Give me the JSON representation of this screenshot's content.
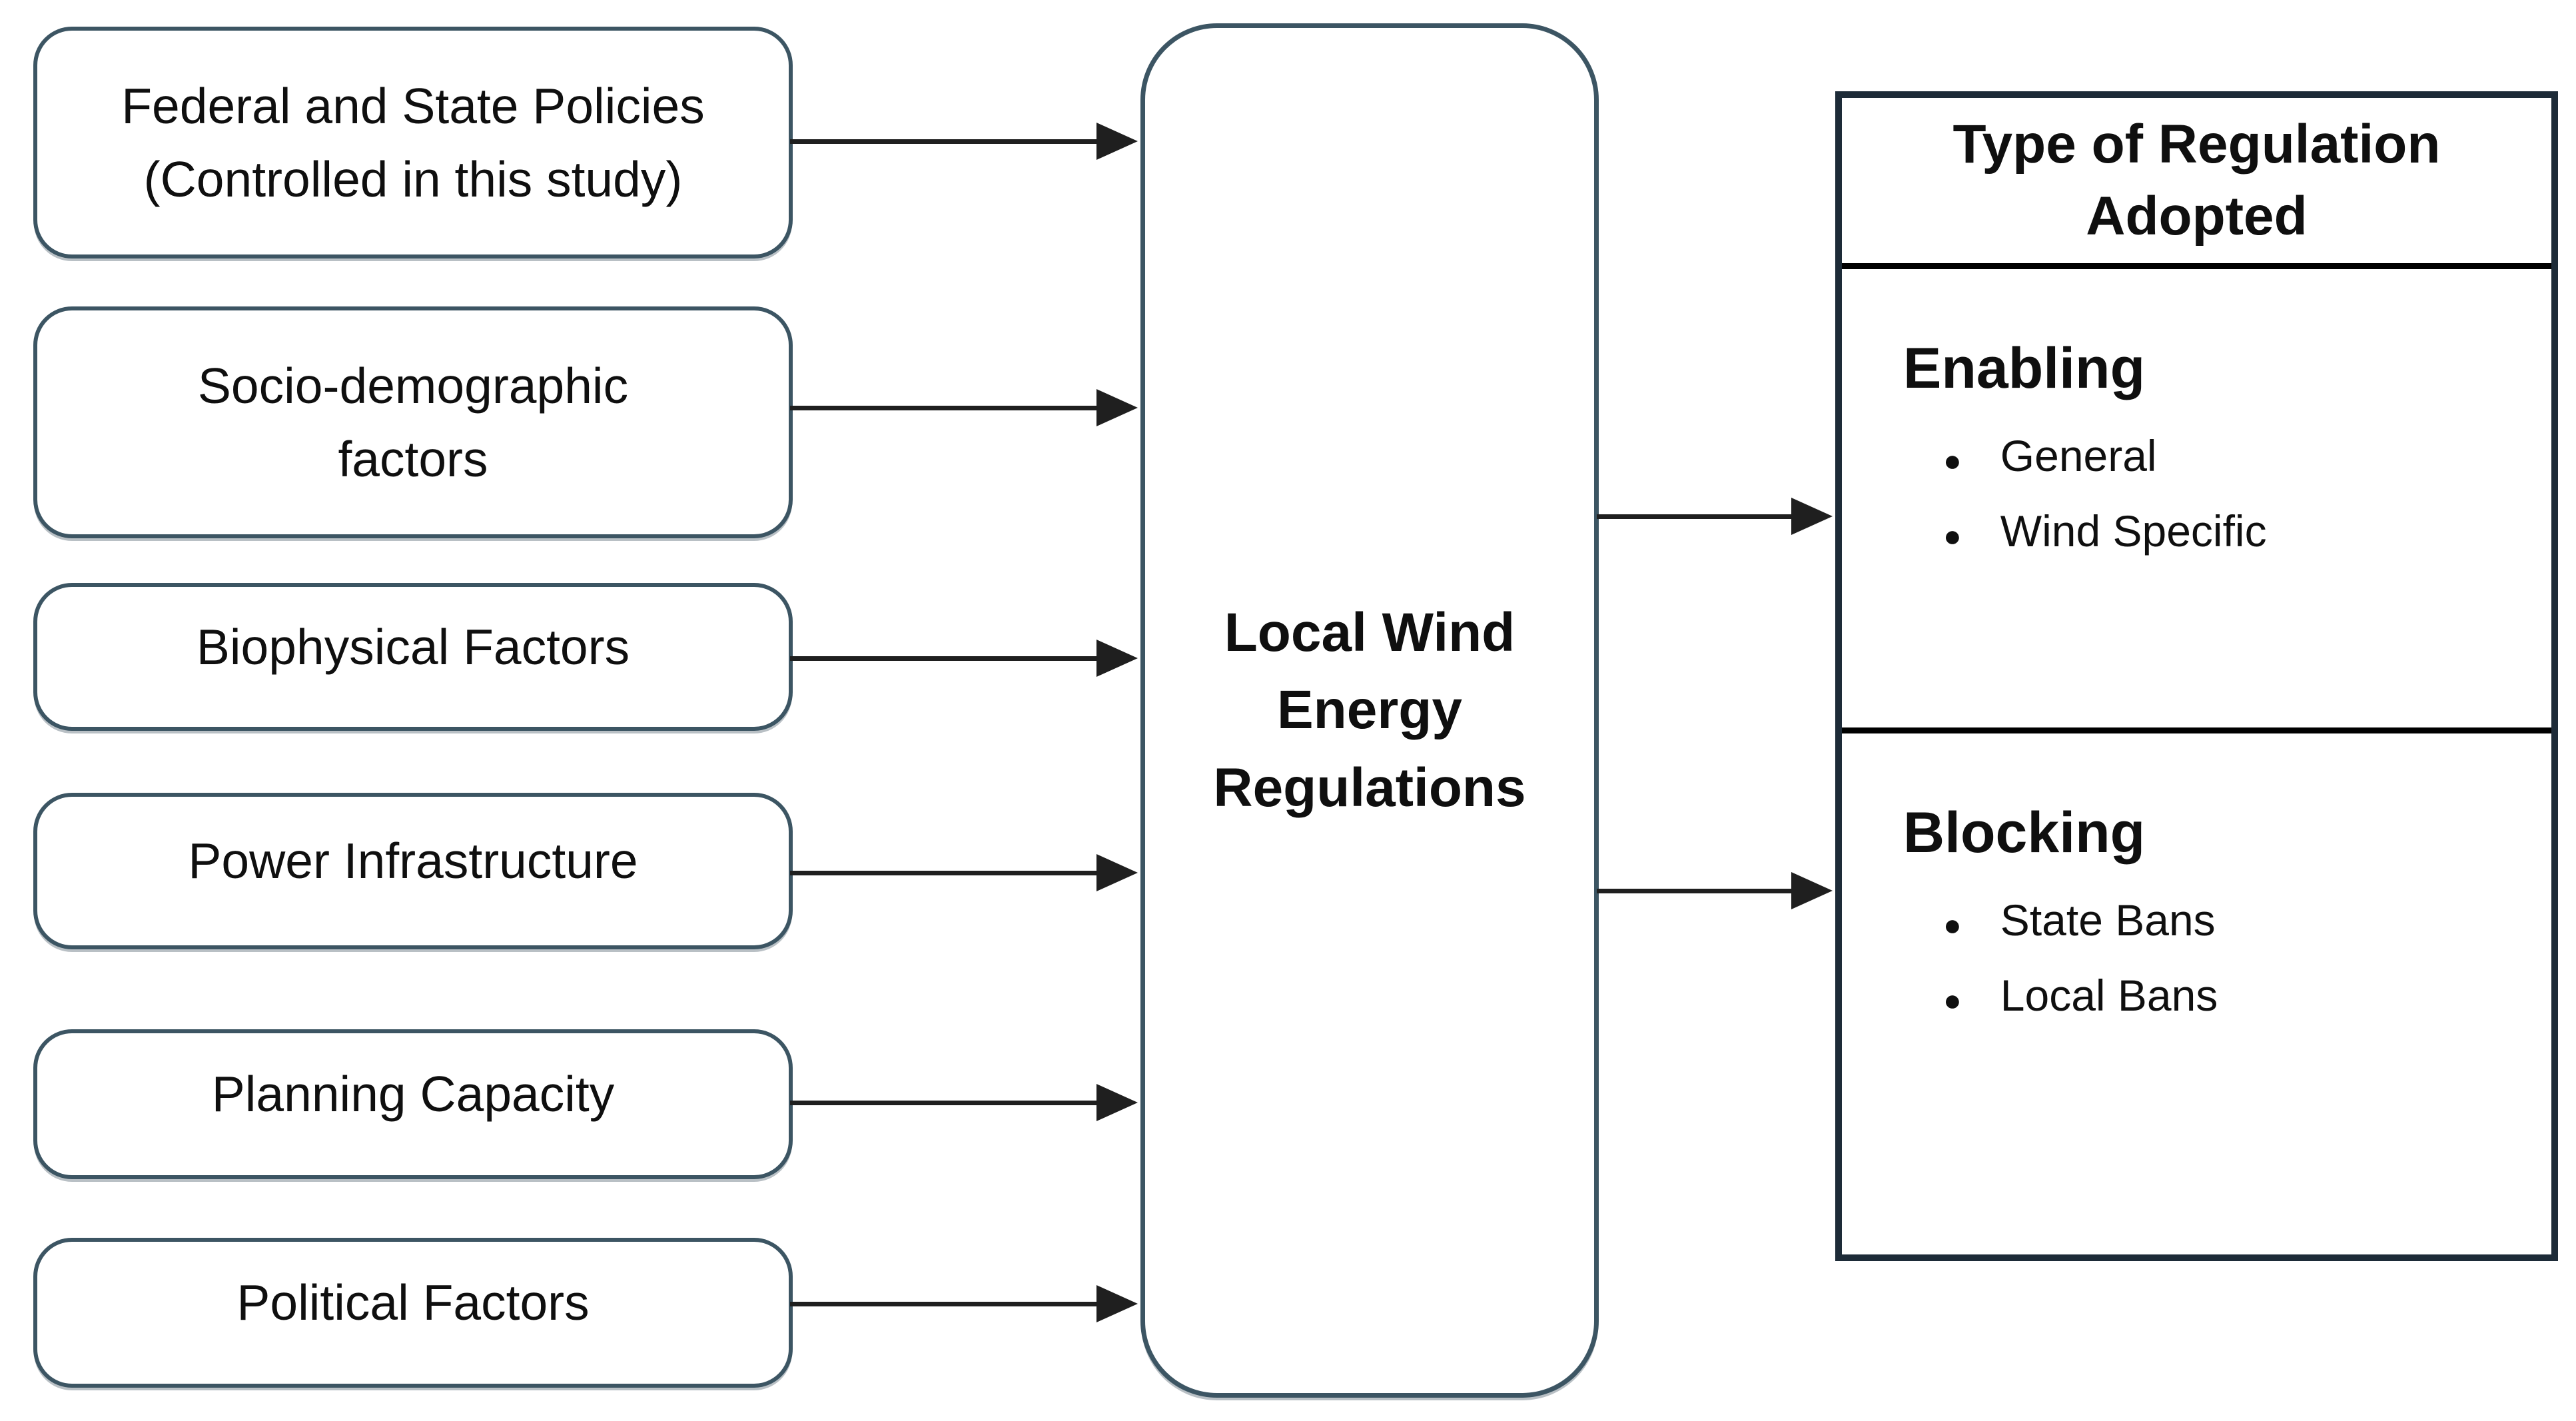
{
  "diagram": {
    "factors": [
      {
        "label": "Federal and State Policies\n(Controlled in this study)"
      },
      {
        "label": "Socio-demographic\nfactors"
      },
      {
        "label": "Biophysical Factors"
      },
      {
        "label": "Power Infrastructure"
      },
      {
        "label": "Planning Capacity"
      },
      {
        "label": "Political Factors"
      }
    ],
    "central_box": {
      "label": "Local Wind\nEnergy\nRegulations"
    },
    "regulation_table": {
      "header": "Type of Regulation\nAdopted",
      "sections": [
        {
          "title": "Enabling",
          "items": [
            "General",
            "Wind Specific"
          ]
        },
        {
          "title": "Blocking",
          "items": [
            "State Bans",
            "Local Bans"
          ]
        }
      ]
    },
    "icons": {
      "bullet": "●"
    },
    "colors": {
      "background": "#ffffff",
      "factor_box_border": "#3c5563",
      "table_border": "#1d2b38",
      "divider": "#000000",
      "arrow": "#1f1f1f",
      "text": "#0f0f0f"
    }
  }
}
